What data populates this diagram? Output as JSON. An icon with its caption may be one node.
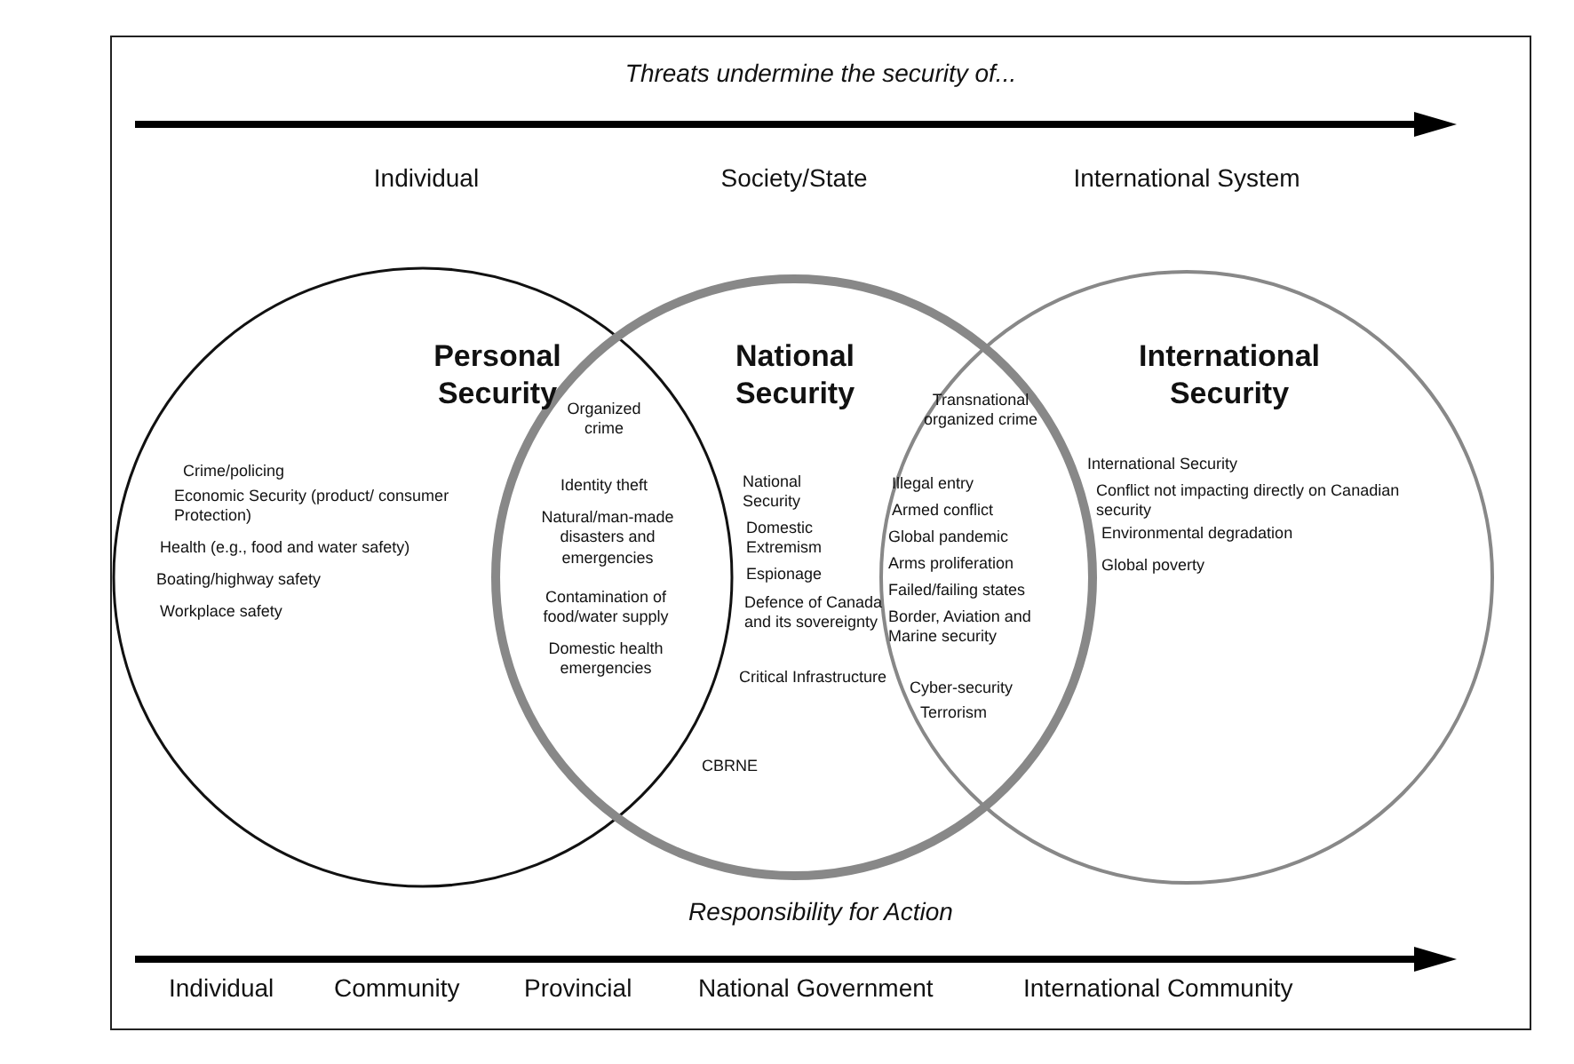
{
  "diagram": {
    "nodes": [
      {
        "text": [
          "Personal Security",
          "Crime/policing",
          "Economic Security (product/ consumer Protection)",
          "Health (e.g., food and water safety)",
          "Boating/highway safety",
          "Workplace safety"
        ]
      },
      {
        "text": [
          "National Security",
          "National Security",
          "Domestic Extremism",
          "Espionage",
          "Defence of Canada and its sovereignty",
          "Critical Infrastructure",
          "CBRNE"
        ]
      },
      {
        "text": [
          "International Security",
          "International Security",
          "Conflict not impacting directly on Canadian security",
          "Environmental degradation",
          "Global poverty"
        ]
      }
    ],
    "labels": [
      "Threats undermine the security of...",
      "Individual",
      "Society/State",
      "International System",
      "Organized crime",
      "Identity theft",
      "Natural/man-made disasters and emergencies",
      "Contamination of food/water supply",
      "Domestic health emergencies",
      "Transnational organized crime",
      "Illegal entry",
      "Armed conflict",
      "Global pandemic",
      "Arms proliferation",
      "Failed/failing states",
      "Border, Aviation and Marine security",
      "Cyber-security",
      "Terrorism",
      "Responsibility for Action",
      "Individual",
      "Community",
      "Provincial",
      "National Government",
      "International Community"
    ]
  }
}
